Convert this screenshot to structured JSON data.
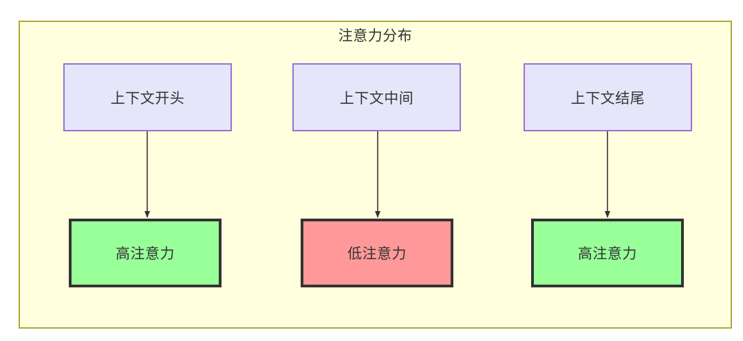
{
  "diagram": {
    "title": "注意力分布",
    "container": {
      "fill_color": "#ffffde",
      "border_color": "#aaaa33"
    },
    "context_nodes": [
      {
        "id": "context-start",
        "label": "上下文开头",
        "fill_color": "#e6e6fa",
        "border_color": "#9370db"
      },
      {
        "id": "context-middle",
        "label": "上下文中间",
        "fill_color": "#e6e6fa",
        "border_color": "#9370db"
      },
      {
        "id": "context-end",
        "label": "上下文结尾",
        "fill_color": "#e6e6fa",
        "border_color": "#9370db"
      }
    ],
    "attention_nodes": [
      {
        "id": "attention-high-start",
        "label": "高注意力",
        "fill_color": "#99ff99",
        "border_color": "#333333"
      },
      {
        "id": "attention-low-middle",
        "label": "低注意力",
        "fill_color": "#ff9999",
        "border_color": "#333333"
      },
      {
        "id": "attention-high-end",
        "label": "高注意力",
        "fill_color": "#99ff99",
        "border_color": "#333333"
      }
    ],
    "edges": [
      {
        "id": "edge-start",
        "from": "上下文开头",
        "to": "高注意力",
        "label": ""
      },
      {
        "id": "edge-middle",
        "from": "上下文中间",
        "to": "低注意力",
        "label": ""
      },
      {
        "id": "edge-end",
        "from": "上下文结尾",
        "to": "高注意力",
        "label": ""
      }
    ]
  }
}
